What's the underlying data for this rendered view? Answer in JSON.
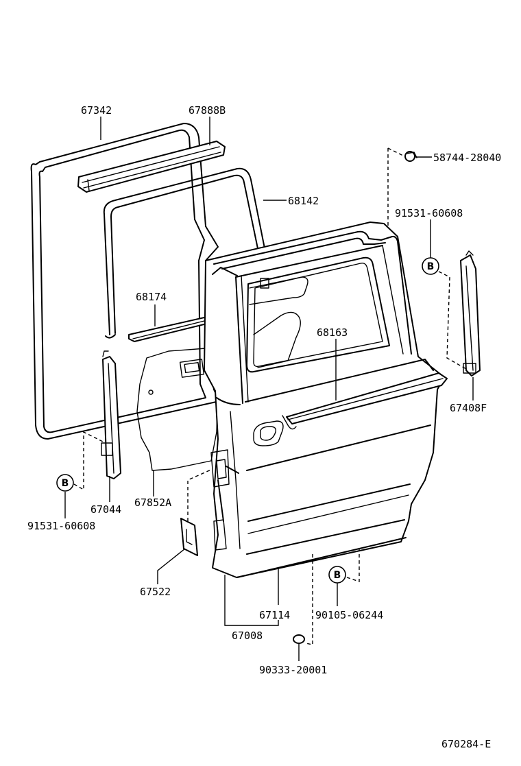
{
  "labels": {
    "p67342": "67342",
    "p67888b": "67888B",
    "p58744": "58744-28040",
    "p68142": "68142",
    "p91531_top": "91531-60608",
    "p68174": "68174",
    "p68163": "68163",
    "p67408f": "67408F",
    "p67044": "67044",
    "p67852a": "67852A",
    "p91531_bottom": "91531-60608",
    "p67522": "67522",
    "p67114": "67114",
    "p90105": "90105-06244",
    "p67008": "67008",
    "p90333": "90333-20001",
    "figure_code": "670284-E"
  },
  "callouts": {
    "b_top": "B",
    "b_left": "B",
    "b_bottom": "B"
  }
}
